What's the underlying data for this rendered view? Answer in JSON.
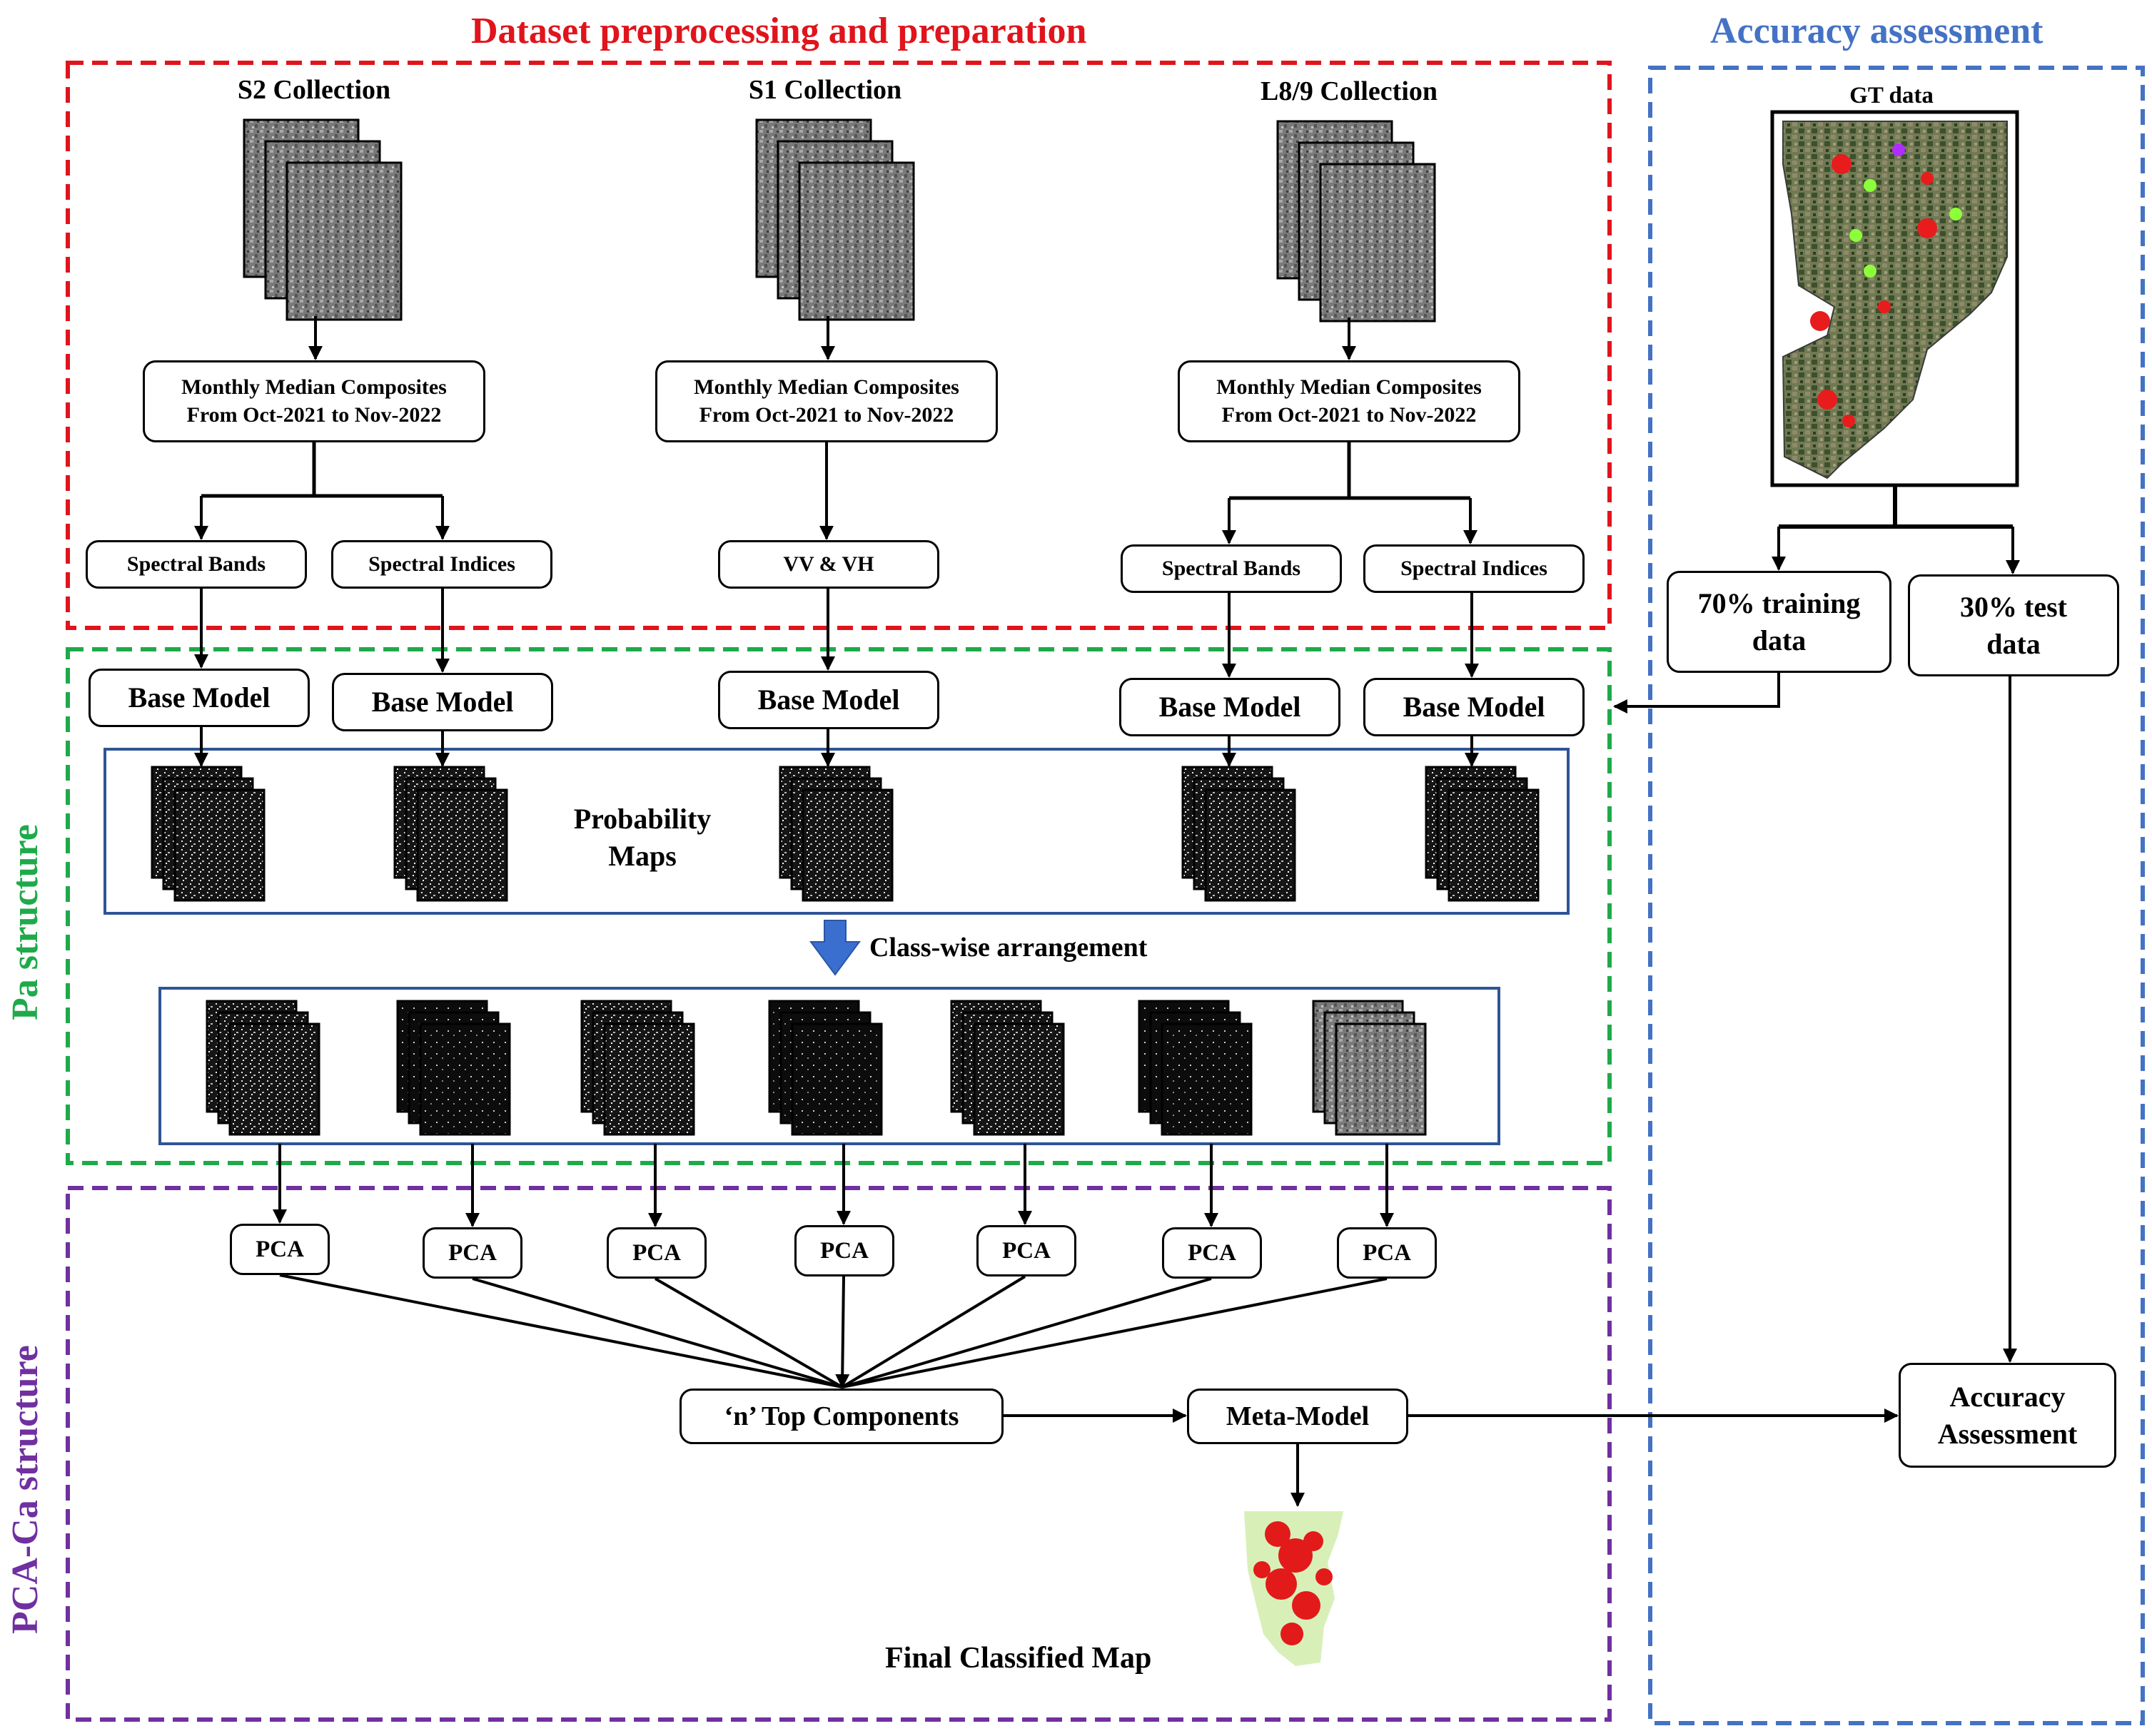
{
  "sections": {
    "preprocessing_title": "Dataset preprocessing  and preparation",
    "accuracy_title": "Accuracy assessment",
    "pa_title": "Pa structure",
    "pcaca_title": "PCA-Ca structure"
  },
  "collections": {
    "s2": "S2 Collection",
    "s1": "S1 Collection",
    "l89": "L8/9 Collection"
  },
  "composites": {
    "line1": "Monthly Median Composites",
    "line2": "From Oct-2021 to Nov-2022"
  },
  "features": {
    "spectral_bands": "Spectral Bands",
    "spectral_indices": "Spectral Indices",
    "vv_vh": "VV & VH"
  },
  "base_model": "Base Model",
  "probability_maps": {
    "line1": "Probability",
    "line2": "Maps"
  },
  "class_wise": "Class-wise arrangement",
  "pca": "PCA",
  "top_components": "‘n’ Top Components",
  "meta_model": "Meta-Model",
  "final_map": "Final Classified Map",
  "gt": {
    "title": "GT data",
    "training": {
      "line1": "70% training",
      "line2": "data"
    },
    "test": {
      "line1": "30% test",
      "line2": "data"
    }
  },
  "accuracy_box": {
    "line1": "Accuracy",
    "line2": "Assessment"
  },
  "colors": {
    "preprocessing": "#e0141c",
    "accuracy": "#4472c4",
    "pa": "#1faa4a",
    "pcaca": "#7030a0",
    "panel_border": "#2f5496",
    "class_arrow": "#3b6fcf"
  }
}
